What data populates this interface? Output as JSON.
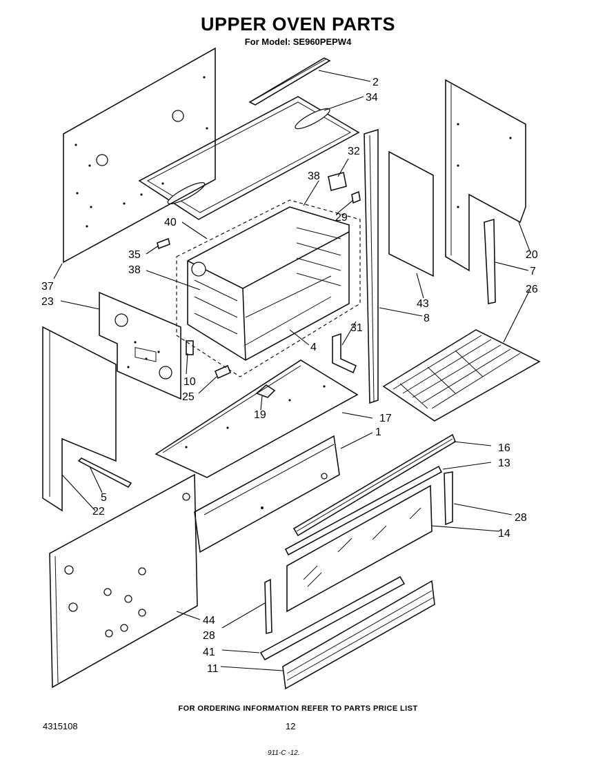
{
  "header": {
    "title": "UPPER OVEN PARTS",
    "model": "For Model: SE960PEPW4"
  },
  "callouts": {
    "c2": "2",
    "c34": "34",
    "c32": "32",
    "c38a": "38",
    "c29": "29",
    "c40": "40",
    "c35": "35",
    "c38b": "38",
    "c37": "37",
    "c23": "23",
    "c20": "20",
    "c7": "7",
    "c26": "26",
    "c43": "43",
    "c8": "8",
    "c31": "31",
    "c4": "4",
    "c10": "10",
    "c25": "25",
    "c19": "19",
    "c17": "17",
    "c1": "1",
    "c16": "16",
    "c13": "13",
    "c5": "5",
    "c22": "22",
    "c28a": "28",
    "c14": "14",
    "c44": "44",
    "c28b": "28",
    "c41": "41",
    "c11": "11"
  },
  "footer": {
    "instruction": "FOR ORDERING INFORMATION REFER TO PARTS PRICE LIST",
    "doc_number": "4315108",
    "page_number": "12",
    "handwritten_note": "911-C -12."
  }
}
